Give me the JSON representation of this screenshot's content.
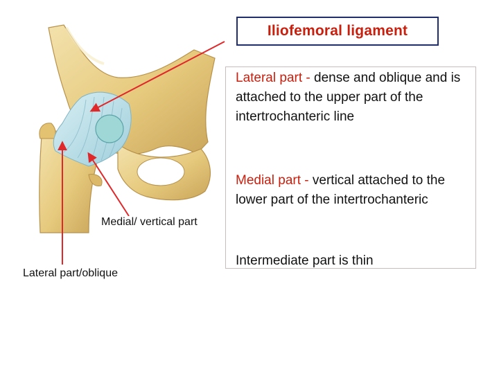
{
  "title": "Iliofemoral ligament",
  "sections": [
    {
      "heading": "Lateral part",
      "separator": " - ",
      "text": "dense and oblique and is attached to the upper part of the intertrochanteric line"
    },
    {
      "heading": "Medial part",
      "separator": " - ",
      "text": "vertical attached to the lower part of the intertrochanteric"
    },
    {
      "text": "Intermediate part is thin"
    }
  ],
  "figure_labels": {
    "medial": "Medial/ vertical part",
    "lateral": "Lateral part/oblique"
  },
  "colors": {
    "accent_red": "#c8200f",
    "title_border": "#1f2d6e",
    "arrow": "#e0282a",
    "bone": "#e9cf8a",
    "ligament": "#bfe1ea"
  },
  "icons": [
    "arrow-title-icon",
    "arrow-medial-icon",
    "arrow-lateral-icon"
  ]
}
